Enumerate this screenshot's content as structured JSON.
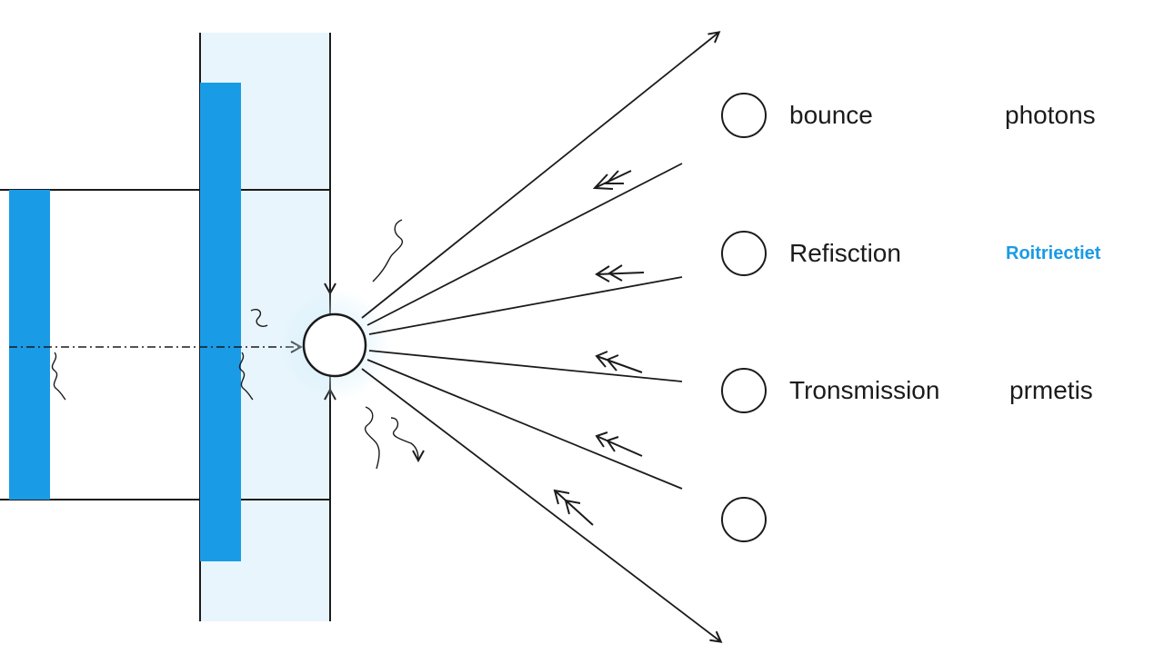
{
  "colors": {
    "accent": "#1a9be6",
    "panel": "#e8f5fc",
    "ink": "#1b1b1b",
    "glow": "#d6f0fb"
  },
  "legend": [
    {
      "icon": "circle-outline-icon",
      "label": "bounce",
      "note": "photons"
    },
    {
      "icon": "circle-outline-icon",
      "label": "Refisction",
      "note": "Roitriectiet"
    },
    {
      "icon": "circle-outline-icon",
      "label": "Tronsmission",
      "note": "prmetis"
    },
    {
      "icon": "circle-outline-icon",
      "label": "",
      "note": ""
    }
  ]
}
